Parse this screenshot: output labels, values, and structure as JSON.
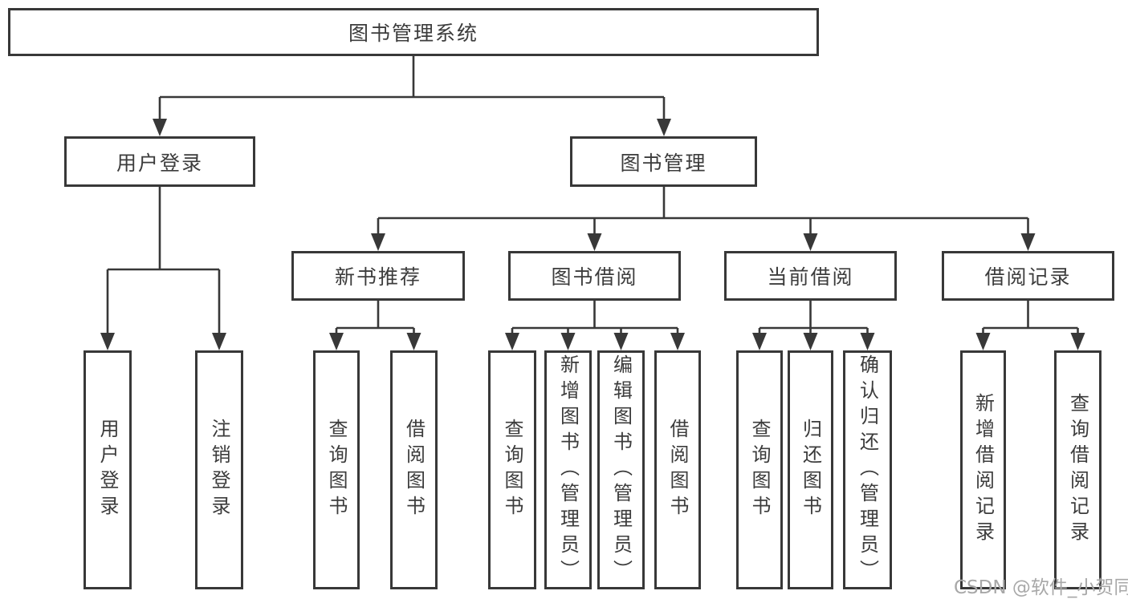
{
  "diagram_type": "hierarchy-diagram",
  "style": {
    "line_color": "#383838",
    "text_color": "#3c3c3c",
    "watermark_color": "#a8a8a8",
    "background": "#ffffff"
  },
  "tree": {
    "label": "图书管理系统",
    "children": [
      {
        "label": "用户登录",
        "children": [
          {
            "label": "用户登录"
          },
          {
            "label": "注销登录"
          }
        ]
      },
      {
        "label": "图书管理",
        "children": [
          {
            "label": "新书推荐",
            "children": [
              {
                "label": "查询图书"
              },
              {
                "label": "借阅图书"
              }
            ]
          },
          {
            "label": "图书借阅",
            "children": [
              {
                "label": "查询图书"
              },
              {
                "label": "新增图书（管理员）"
              },
              {
                "label": "编辑图书（管理员）"
              },
              {
                "label": "借阅图书"
              }
            ]
          },
          {
            "label": "当前借阅",
            "children": [
              {
                "label": "查询图书"
              },
              {
                "label": "归还图书"
              },
              {
                "label": "确认归还（管理员）"
              }
            ]
          },
          {
            "label": "借阅记录",
            "children": [
              {
                "label": "新增借阅记录"
              },
              {
                "label": "查询借阅记录"
              }
            ]
          }
        ]
      }
    ]
  },
  "watermark": {
    "text": "CSDN @软件_小贺同学"
  }
}
